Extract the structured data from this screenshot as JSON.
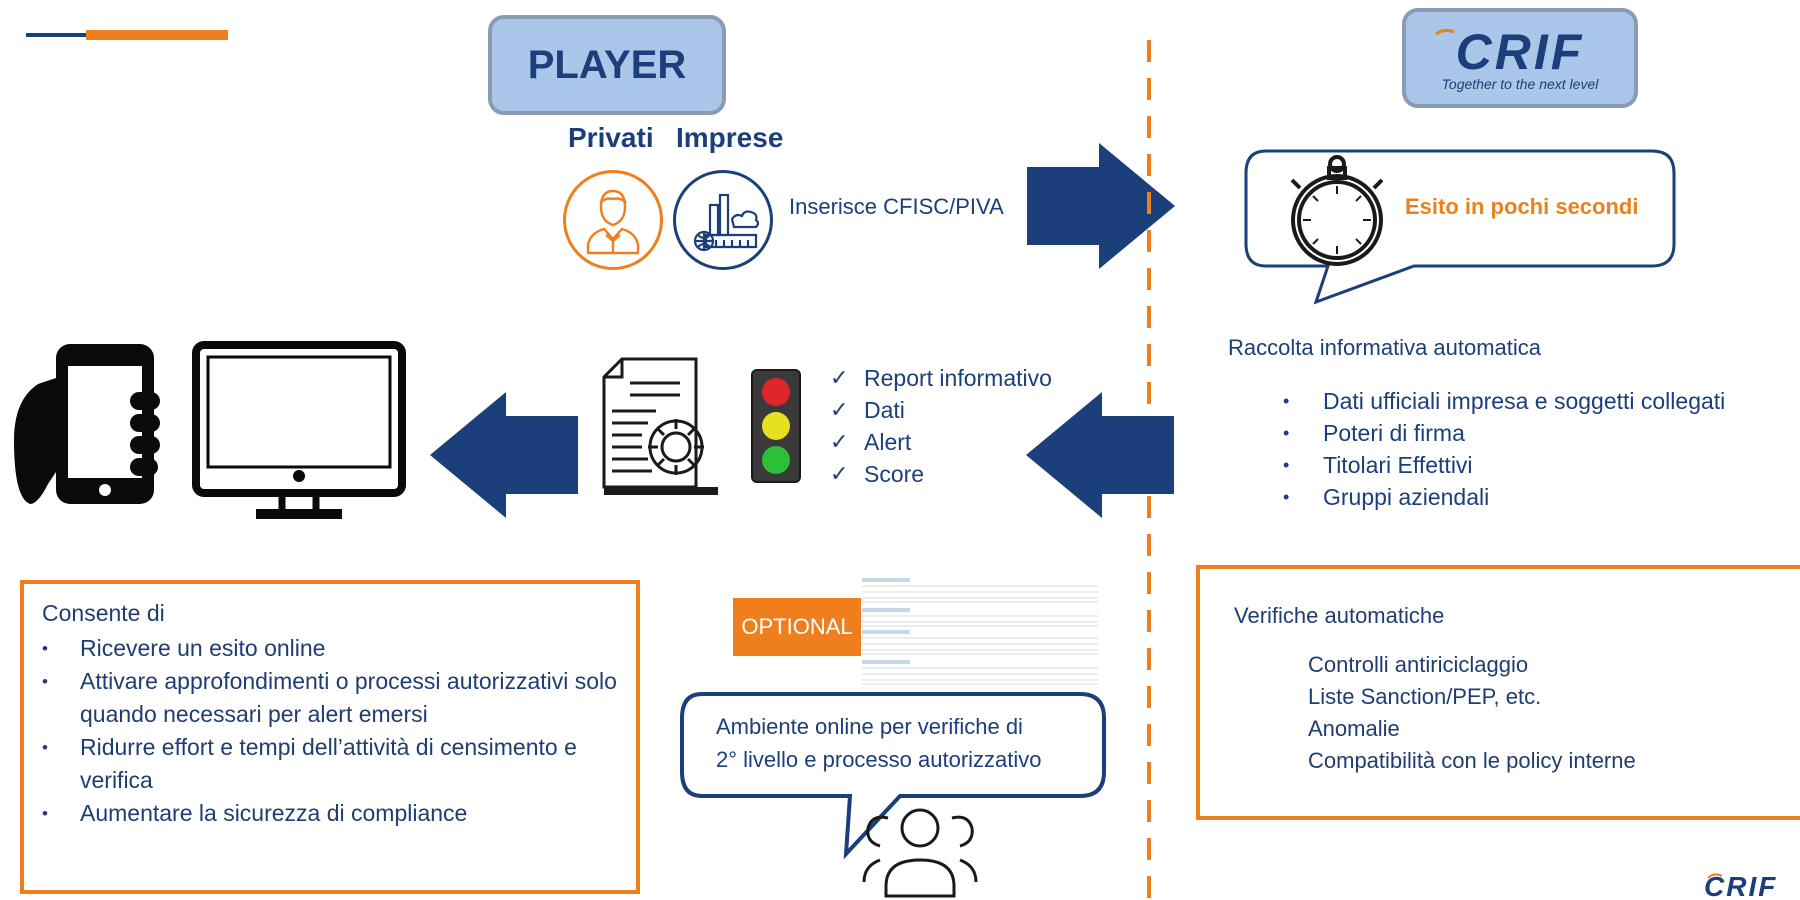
{
  "header": {
    "player_label": "PLAYER",
    "privati_label": "Privati",
    "imprese_label": "Imprese",
    "input_text": "Inserisce CFISC/PIVA"
  },
  "crif": {
    "brand": "CRIF",
    "tagline": "Together to the next level"
  },
  "speech_top": {
    "text": "Esito in pochi secondi"
  },
  "raccolta": {
    "title": "Raccolta informativa automatica",
    "items": [
      "Dati ufficiali impresa e soggetti collegati",
      "Poteri di firma",
      "Titolari Effettivi",
      "Gruppi aziendali"
    ]
  },
  "outputs": {
    "items": [
      "Report informativo",
      "Dati",
      "Alert",
      "Score"
    ]
  },
  "consente": {
    "intro": "Consente di",
    "items": [
      "Ricevere un esito online",
      "Attivare approfondimenti o processi autorizzativi solo quando necessari per alert emersi",
      "Ridurre effort e tempi dell’attività di censimento e verifica",
      "Aumentare la sicurezza di compliance"
    ]
  },
  "optional": {
    "label": "OPTIONAL",
    "bubble_line1": "Ambiente online per verifiche di",
    "bubble_line2": "2° livello e processo autorizzativo"
  },
  "verifiche": {
    "title": "Verifiche automatiche",
    "items": [
      "Controlli antiriciclaggio",
      "Liste Sanction/PEP, etc.",
      "Anomalie",
      "Compatibilità con le policy interne"
    ]
  },
  "colors": {
    "navy": "#1b3f7a",
    "orange": "#ee7f1c",
    "light_blue": "#aac6e8",
    "red_light": "#e0262b",
    "yellow_light": "#e6e01e",
    "green_light": "#2bbf3a"
  },
  "icons": {
    "privati": "person-icon",
    "imprese": "factory-icon",
    "phone": "phone-in-hand-icon",
    "monitor": "monitor-icon",
    "report": "document-gear-icon",
    "traffic": "traffic-light-icon",
    "timer": "stopwatch-icon",
    "group": "users-icon"
  }
}
